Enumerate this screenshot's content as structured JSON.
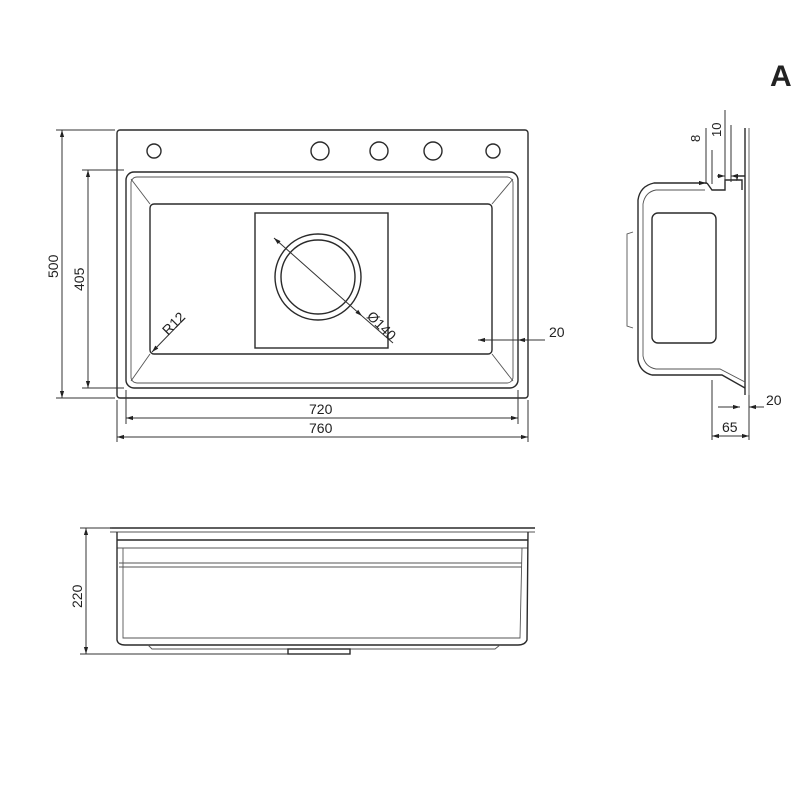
{
  "drawing": {
    "top_view": {
      "dim_overall_width": "760",
      "dim_inner_width": "720",
      "dim_overall_depth": "500",
      "dim_bowl_depth": "405",
      "dim_corner_radius": "R12",
      "dim_drain_diameter": "Ø140",
      "dim_rim_width": "20"
    },
    "side_view": {
      "dim_8": "8",
      "dim_10": "10",
      "dim_20": "20",
      "dim_65": "65"
    },
    "front_view": {
      "dim_height": "220"
    },
    "corner_mark": "A"
  },
  "colors": {
    "line": "#2a2a2a",
    "background": "#ffffff"
  }
}
